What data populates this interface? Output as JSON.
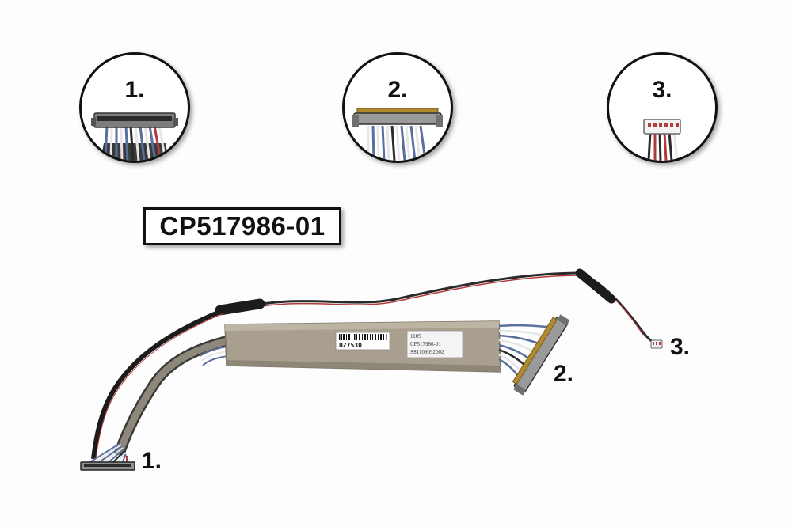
{
  "insets": [
    {
      "label": "1."
    },
    {
      "label": "2."
    },
    {
      "label": "3."
    }
  ],
  "part_number": "CP517986-01",
  "callouts": [
    {
      "label": "1."
    },
    {
      "label": "2."
    },
    {
      "label": "3."
    }
  ],
  "sticker_barcode": {
    "text": "DZ7530"
  },
  "sticker_info": {
    "line1": "1109",
    "line2": "CP517986-01",
    "line3": "SS1109092002"
  },
  "colors": {
    "tape": "#a89f8e",
    "cable_black": "#1c1c1c",
    "wire_blue": "#5b6f9e",
    "wire_white": "#e6e6e6",
    "wire_red": "#b33a3a",
    "connector": "#8f8f8f"
  }
}
